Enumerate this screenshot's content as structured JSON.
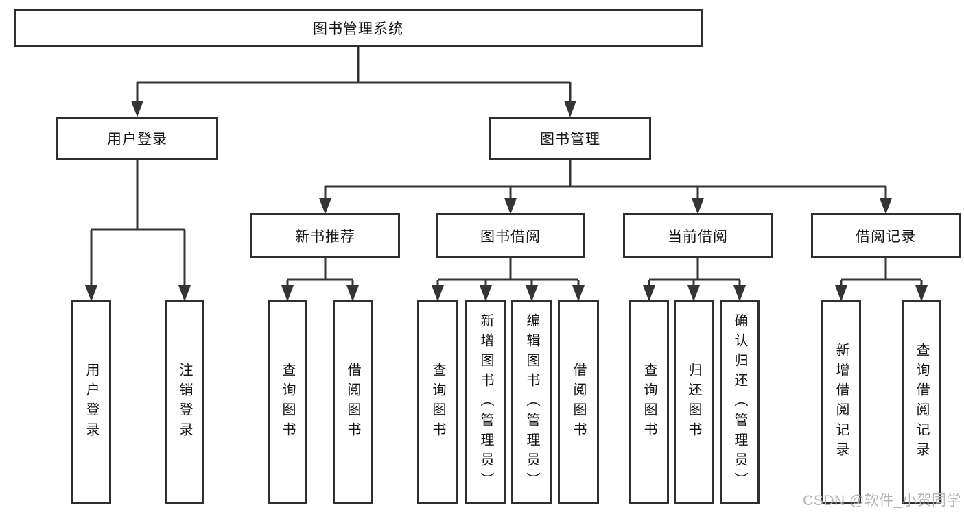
{
  "diagram": {
    "root": "图书管理系统",
    "level2": [
      {
        "label": "用户登录",
        "children": [
          "用户登录",
          "注销登录"
        ]
      },
      {
        "label": "图书管理"
      }
    ],
    "level3": [
      {
        "label": "新书推荐",
        "children": [
          "查询图书",
          "借阅图书"
        ]
      },
      {
        "label": "图书借阅",
        "children": [
          "查询图书",
          "新增图书（管理员）",
          "编辑图书（管理员）",
          "借阅图书"
        ]
      },
      {
        "label": "当前借阅",
        "children": [
          "查询图书",
          "归还图书",
          "确认归还（管理员）"
        ]
      },
      {
        "label": "借阅记录",
        "children": [
          "新增借阅记录",
          "查询借阅记录"
        ]
      }
    ]
  },
  "watermark": "CSDN @软件_小贺同学",
  "colors": {
    "line": "#343434",
    "box_border": "#2f2f2f",
    "text": "#161616",
    "watermark": "#b3b3b3",
    "background": "#ffffff"
  }
}
